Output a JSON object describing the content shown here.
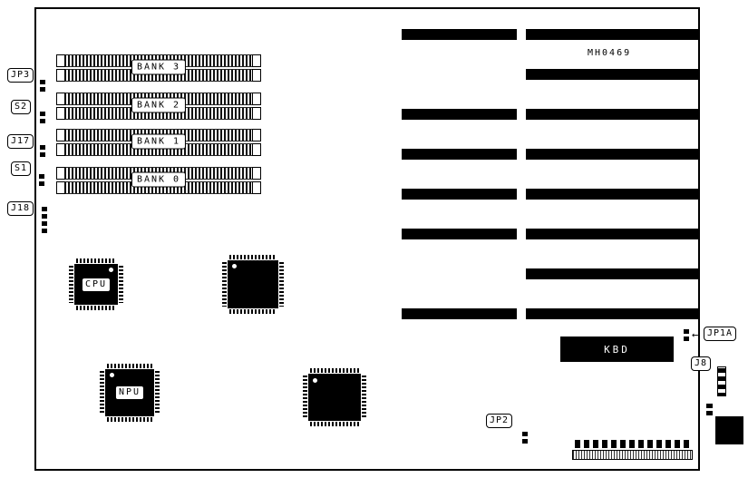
{
  "part_number": "MH0469",
  "memory_banks": [
    {
      "label": "BANK 3"
    },
    {
      "label": "BANK 2"
    },
    {
      "label": "BANK 1"
    },
    {
      "label": "BANK 0"
    }
  ],
  "left_labels": [
    {
      "label": "JP3"
    },
    {
      "label": "S2"
    },
    {
      "label": "J17"
    },
    {
      "label": "S1"
    },
    {
      "label": "J18"
    }
  ],
  "chips": {
    "cpu": "CPU",
    "npu": "NPU",
    "kbd": "KBD"
  },
  "right_labels": {
    "jp1a": "JP1A",
    "j8": "J8"
  },
  "bottom_labels": {
    "jp2": "JP2"
  },
  "icons": {
    "left_arrow": "←"
  }
}
